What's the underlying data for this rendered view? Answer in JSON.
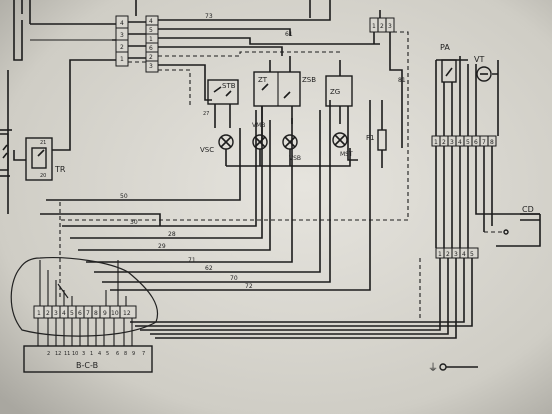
{
  "components": {
    "tr": "TR",
    "stb": "STB",
    "zt": "ZT",
    "zsb": "ZSB",
    "zg": "ZG",
    "f1": "F1",
    "vsc": "VSC",
    "vmb": "VMB",
    "vsb": "VSB",
    "mst": "MST",
    "pa": "PA",
    "vt": "VT",
    "cd": "CD",
    "bcb": "B-C-B"
  },
  "terminal_block_left": {
    "left_labels": [
      "4",
      "3",
      "2",
      "1"
    ],
    "right_labels": [
      "4",
      "5",
      "1",
      "6",
      "2",
      "3"
    ]
  },
  "terminal_block_mid": [
    "4",
    "5",
    "1",
    "6",
    "2",
    "3"
  ],
  "top_connector": [
    "1",
    "2",
    "3"
  ],
  "tr_labels": [
    "21",
    "20"
  ],
  "stb_labels": [
    "27"
  ],
  "bus_top": [
    "1",
    "2",
    "3",
    "4",
    "5",
    "6",
    "7",
    "8"
  ],
  "bus_bottom": [
    "1",
    "2",
    "3",
    "4",
    "5"
  ],
  "connector_strip": [
    "1",
    "2",
    "3",
    "4",
    "5",
    "6",
    "7",
    "8",
    "9",
    "10",
    "12"
  ],
  "bcb_pins": [
    "2",
    "12",
    "11",
    "10",
    "3",
    "1",
    "4",
    "5",
    "6",
    "8",
    "9",
    "7"
  ],
  "wire_numbers": [
    "73",
    "61",
    "50",
    "30",
    "28",
    "29",
    "71",
    "62",
    "70",
    "72",
    "81"
  ],
  "ground_symbol": "⏚"
}
